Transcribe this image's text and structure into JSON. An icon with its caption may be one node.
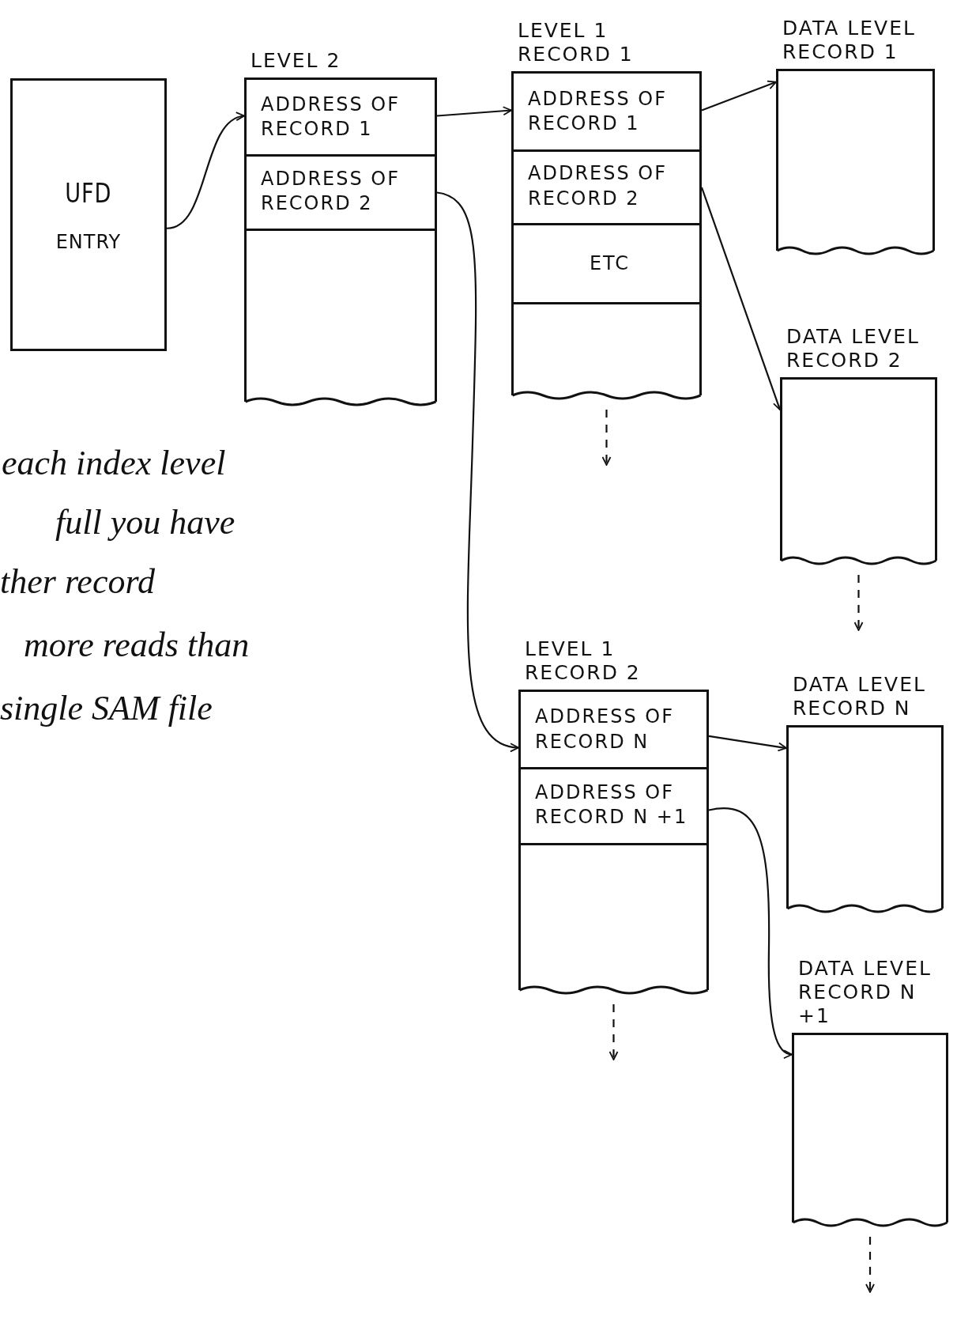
{
  "diagram": {
    "nodes": [
      {
        "text": [
          "UFD",
          "ENTRY"
        ]
      },
      {
        "text": [
          "LEVEL 2"
        ]
      },
      {
        "text": [
          "ADDRESS OF RECORD 1"
        ],
        "in": 1
      },
      {
        "text": [
          "ADDRESS OF RECORD 2"
        ],
        "in": 1
      },
      {
        "text": [
          "LEVEL 1 RECORD 1"
        ]
      },
      {
        "text": [
          "ADDRESS OF RECORD 1"
        ],
        "in": 4
      },
      {
        "text": [
          "ADDRESS OF RECORD 2"
        ],
        "in": 4
      },
      {
        "text": [
          "ETC"
        ],
        "in": 4
      },
      {
        "text": [
          "DATA LEVEL RECORD 1"
        ]
      },
      {
        "text": [
          "DATA LEVEL RECORD 2"
        ]
      },
      {
        "text": [
          "LEVEL 1 RECORD 2"
        ]
      },
      {
        "text": [
          "ADDRESS OF RECORD N"
        ],
        "in": 10
      },
      {
        "text": [
          "ADDRESS OF RECORD N +1"
        ],
        "in": 10
      },
      {
        "text": [
          "DATA LEVEL RECORD N"
        ]
      },
      {
        "text": [
          "DATA LEVEL RECORD N +1"
        ]
      }
    ],
    "edges": [
      {
        "from": 0,
        "to": 2,
        "arrow": "to"
      },
      {
        "from": 2,
        "to": 5,
        "arrow": "to"
      },
      {
        "from": 3,
        "to": 11,
        "arrow": "to"
      },
      {
        "from": 5,
        "to": 8,
        "arrow": "to"
      },
      {
        "from": 6,
        "to": 9,
        "arrow": "to"
      },
      {
        "from": 11,
        "to": 13,
        "arrow": "to"
      },
      {
        "from": 12,
        "to": 14,
        "arrow": "to"
      },
      {
        "from": 4,
        "to": null,
        "arrow": "to",
        "style": "dashed"
      },
      {
        "from": 9,
        "to": null,
        "arrow": "to",
        "style": "dashed"
      },
      {
        "from": 10,
        "to": null,
        "arrow": "to",
        "style": "dashed"
      },
      {
        "from": 14,
        "to": null,
        "arrow": "to",
        "style": "dashed"
      }
    ],
    "labels": [
      "each index level",
      "full you have",
      "ther record",
      "more reads than",
      "single SAM file"
    ]
  }
}
